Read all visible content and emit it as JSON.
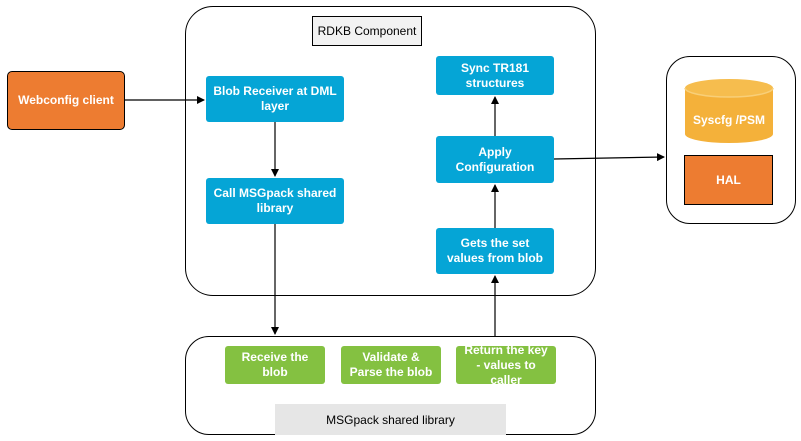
{
  "nodes": {
    "webconfig_client": "Webconfig client",
    "rdkb_component_title": "RDKB Component",
    "blob_receiver": "Blob Receiver at DML layer",
    "call_msgpack": "Call MSGpack shared library",
    "sync_tr181": "Sync TR181 structures",
    "apply_config": "Apply Configuration",
    "gets_set_values": "Gets the set values from blob",
    "syscfg_psm": "Syscfg /PSM",
    "hal": "HAL",
    "receive_blob": "Receive the blob",
    "validate_parse": "Validate & Parse the blob",
    "return_key_values": "Return the key - values to caller",
    "msgpack_library_title": "MSGpack shared library"
  },
  "colors": {
    "blue_box": "#05a5d6",
    "green_box": "#84c141",
    "orange_box": "#ed7c31",
    "cylinder": "#f4b13a",
    "gray_label": "#e6e6e6"
  }
}
